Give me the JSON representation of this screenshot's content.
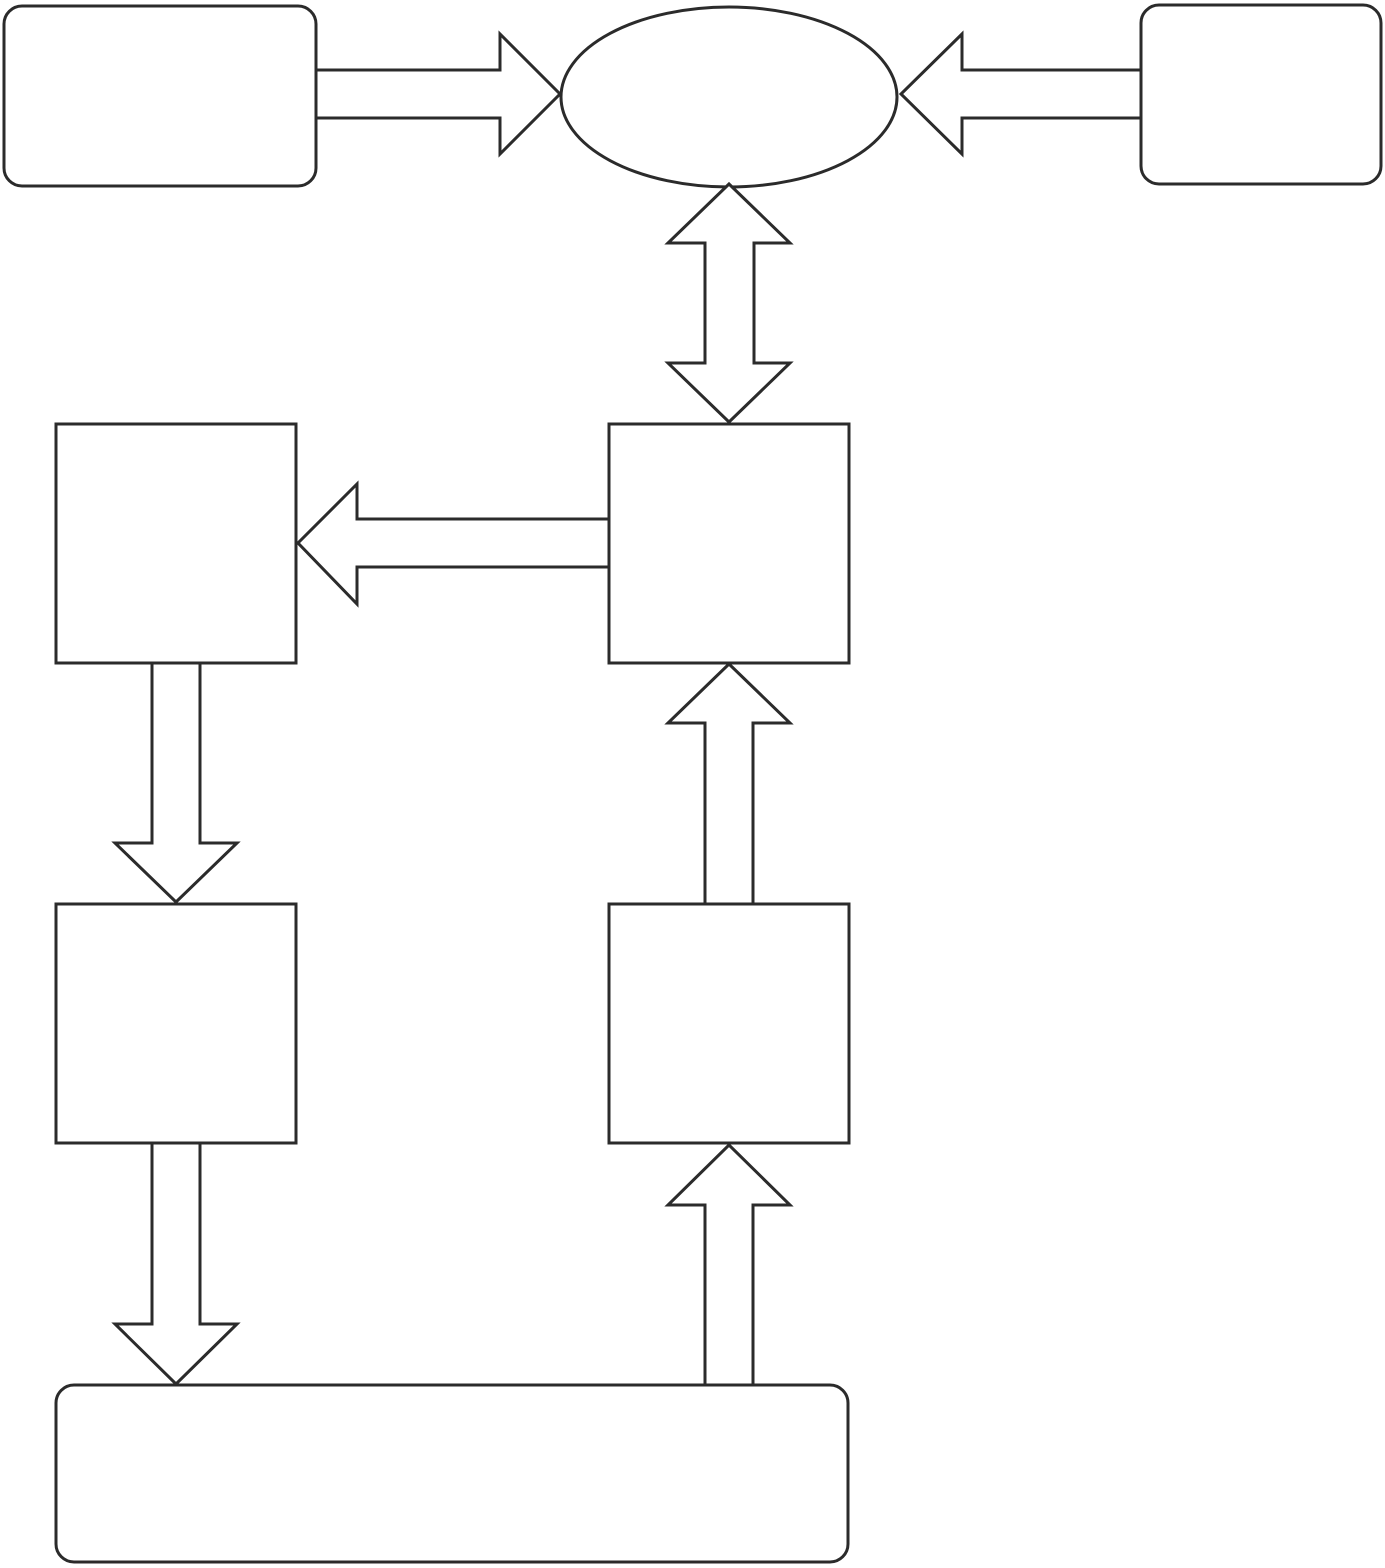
{
  "diagram": {
    "colors": {
      "stroke": "#2b2b2b",
      "fill": "#ffffff",
      "background": "#ffffff"
    },
    "nodes": [
      {
        "id": "top-left-box",
        "shape": "rounded-rectangle",
        "label": ""
      },
      {
        "id": "top-center-ellipse",
        "shape": "ellipse",
        "label": ""
      },
      {
        "id": "top-right-box",
        "shape": "rounded-rectangle",
        "label": ""
      },
      {
        "id": "middle-left-box",
        "shape": "rectangle",
        "label": ""
      },
      {
        "id": "middle-right-box",
        "shape": "rectangle",
        "label": ""
      },
      {
        "id": "lower-left-box",
        "shape": "rectangle",
        "label": ""
      },
      {
        "id": "lower-right-box",
        "shape": "rectangle",
        "label": ""
      },
      {
        "id": "bottom-box",
        "shape": "rounded-rectangle",
        "label": ""
      }
    ],
    "edges": [
      {
        "from": "top-left-box",
        "to": "top-center-ellipse",
        "style": "block-arrow"
      },
      {
        "from": "top-right-box",
        "to": "top-center-ellipse",
        "style": "block-arrow"
      },
      {
        "from": "top-center-ellipse",
        "to": "middle-right-box",
        "style": "double-block-arrow"
      },
      {
        "from": "middle-right-box",
        "to": "middle-left-box",
        "style": "block-arrow"
      },
      {
        "from": "middle-left-box",
        "to": "lower-left-box",
        "style": "block-arrow"
      },
      {
        "from": "lower-left-box",
        "to": "bottom-box",
        "style": "block-arrow"
      },
      {
        "from": "bottom-box",
        "to": "lower-right-box",
        "style": "block-arrow"
      },
      {
        "from": "lower-right-box",
        "to": "middle-right-box",
        "style": "block-arrow"
      }
    ]
  }
}
